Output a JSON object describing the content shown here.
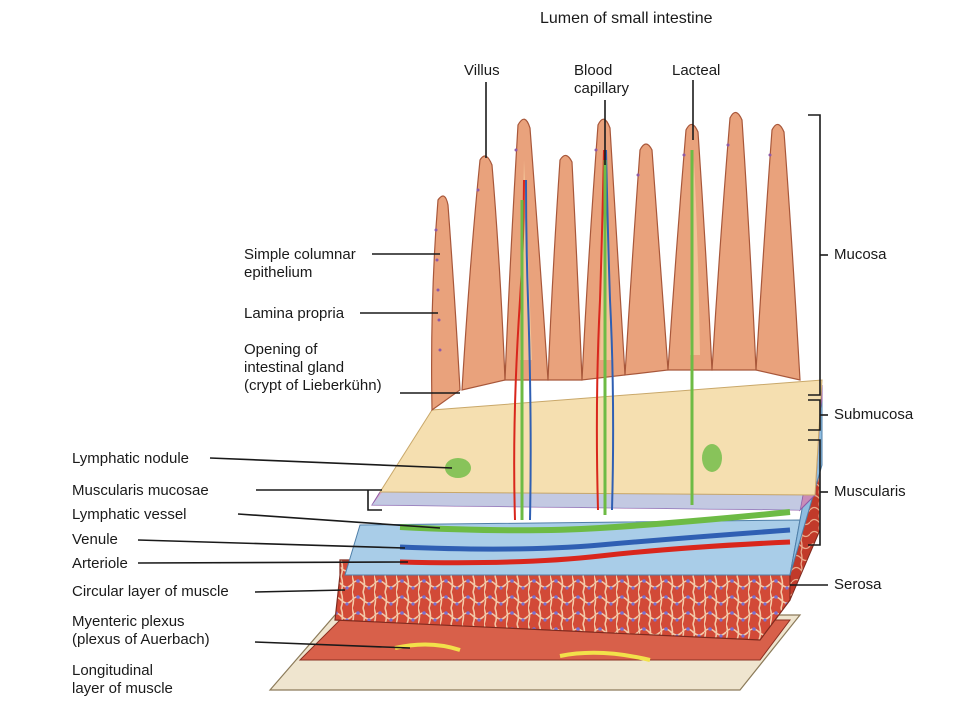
{
  "top_label": "Lumen of small intestine",
  "labels": {
    "villus": "Villus",
    "blood_capillary": "Blood\ncapillary",
    "lacteal": "Lacteal",
    "simple_columnar": "Simple columnar\nepithelium",
    "lamina_propria": "Lamina propria",
    "intestinal_gland": "Opening of\nintestinal gland\n(crypt of Lieberkühn)",
    "lymphatic_nodule": "Lymphatic nodule",
    "muscularis_mucosae": "Muscularis mucosae",
    "lymphatic_vessel": "Lymphatic vessel",
    "venule": "Venule",
    "arteriole": "Arteriole",
    "circular_muscle": "Circular layer of muscle",
    "myenteric_plexus": "Myenteric plexus\n(plexus of Auerbach)",
    "longitudinal_muscle": "Longitudinal\nlayer of muscle"
  },
  "layers": {
    "mucosa": "Mucosa",
    "submucosa": "Submucosa",
    "muscularis": "Muscularis",
    "serosa": "Serosa"
  },
  "colors": {
    "villus_fill": "#e9a27c",
    "lamina_fill": "#f5dfb0",
    "submucosa_fill": "#a9cde8",
    "muscle_fill": "#d9553f",
    "muscle_net": "#f3c9a8",
    "artery": "#d9261c",
    "vein": "#2f5fb3",
    "lymph": "#6dbb45",
    "nerve": "#f2e14a",
    "epithelium_dots": "#8e5aa8",
    "base_plate": "#efe5cf"
  }
}
